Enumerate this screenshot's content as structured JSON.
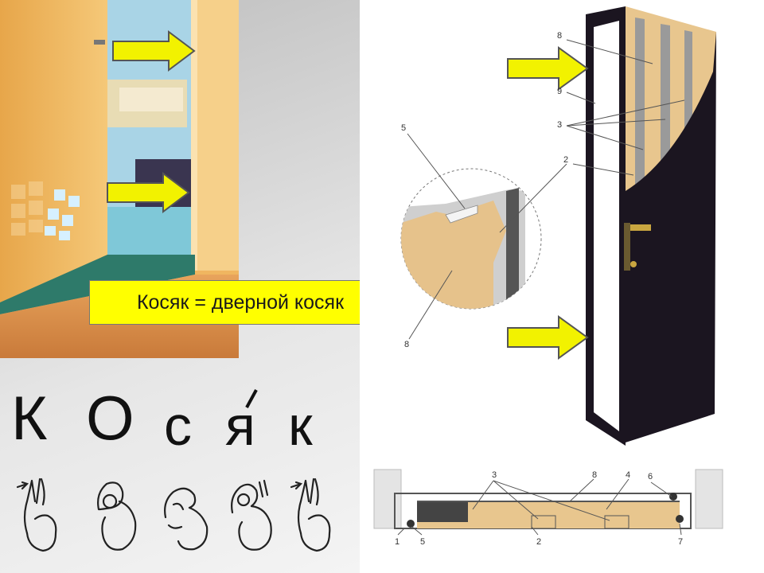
{
  "caption": "Косяк = дверной косяк",
  "word": {
    "letters": [
      "К",
      "О",
      "с",
      "я",
      "к"
    ],
    "stress_mark": "́"
  },
  "hands": [
    "hand-sign-k",
    "hand-sign-o",
    "hand-sign-s",
    "hand-sign-ya",
    "hand-sign-k"
  ],
  "door_labels": {
    "l8": "8",
    "l9": "9",
    "l3": "3",
    "l2": "2"
  },
  "zoom_labels": {
    "l5": "5",
    "l8": "8"
  },
  "section_labels": {
    "l3": "3",
    "l8": "8",
    "l4": "4",
    "l6": "6",
    "l1": "1",
    "l5": "5",
    "l2": "2",
    "l7": "7"
  },
  "colors": {
    "arrow_fill": "#f2f200",
    "arrow_stroke": "#555555",
    "caption_bg": "#ffff00",
    "door_black": "#1b1520",
    "filler": "#e8c68e"
  }
}
